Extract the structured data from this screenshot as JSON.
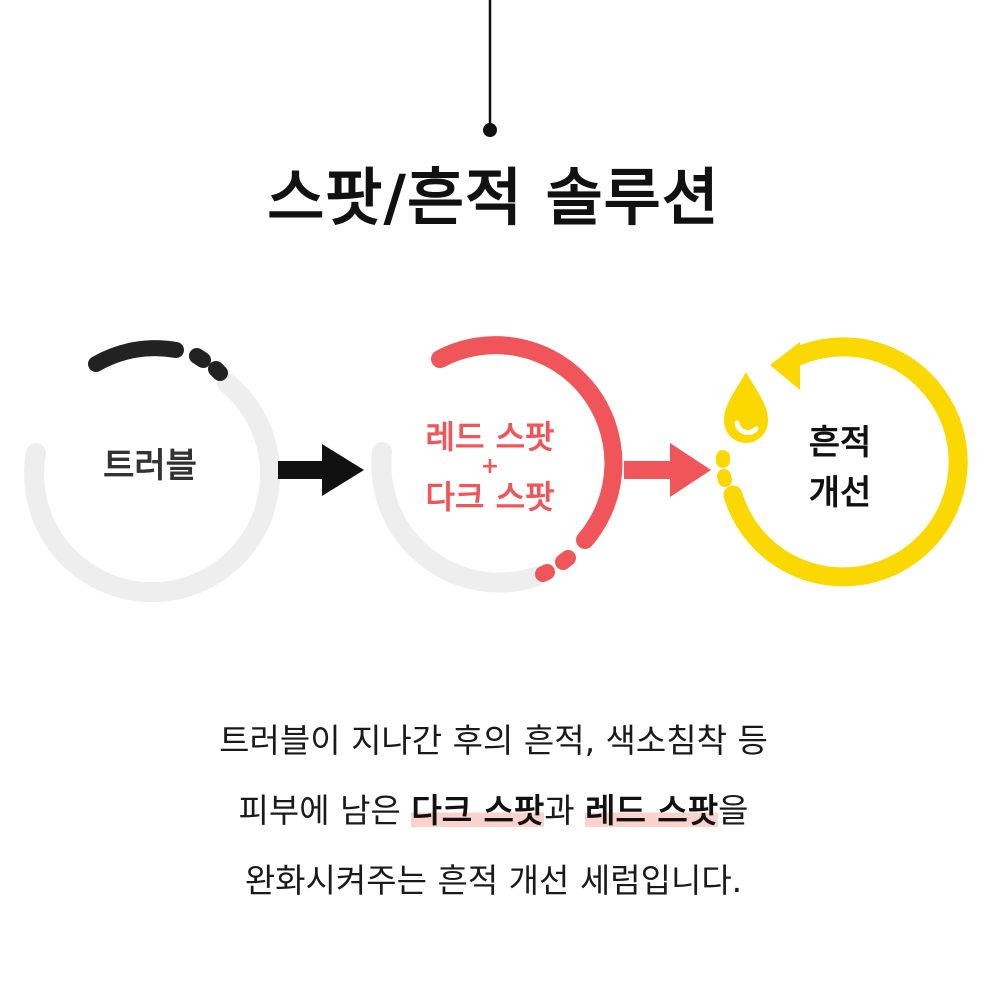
{
  "title": "스팟/흔적 솔루션",
  "steps": [
    {
      "label": "트러블"
    },
    {
      "label_line1": "레드 스팟",
      "plus": "+",
      "label_line2": "다크 스팟"
    },
    {
      "label_line1": "흔적",
      "label_line2": "개선"
    }
  ],
  "description": {
    "line1": "트러블이 지나간 후의 흔적, 색소침착 등",
    "line2_prefix": "피부에 남은 ",
    "line2_highlight1": "다크 스팟",
    "line2_mid": "과 ",
    "line2_highlight2": "레드 스팟",
    "line2_suffix": "을",
    "line3": "완화시켜주는 흔적 개선 세럼입니다."
  },
  "colors": {
    "dark": "#222222",
    "light_gray": "#eeeeee",
    "red": "#f0555a",
    "yellow": "#fbd800",
    "highlight": "#fbd3cc"
  }
}
